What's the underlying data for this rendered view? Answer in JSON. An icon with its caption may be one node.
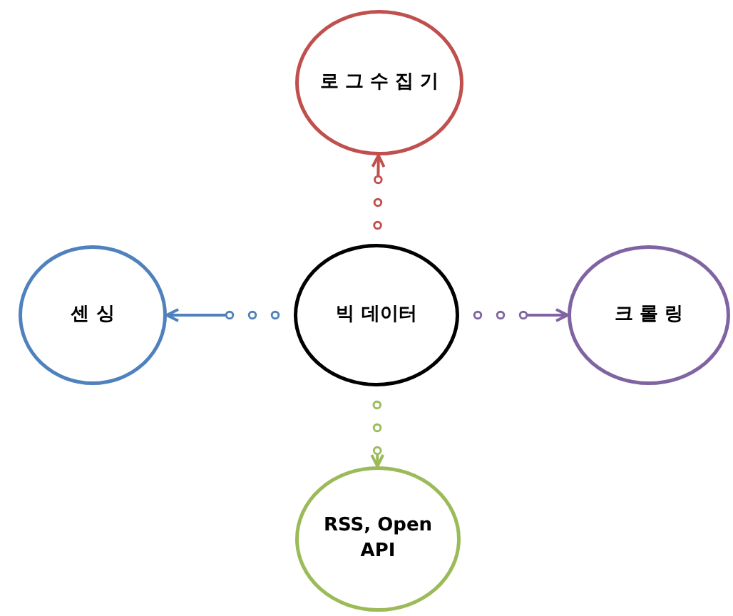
{
  "diagram": {
    "nodes": [
      {
        "text": [
          "로 그 수 집 기"
        ]
      },
      {
        "text": [
          "센 싱"
        ]
      },
      {
        "text": [
          "빅 데이터"
        ]
      },
      {
        "text": [
          "크 롤 링"
        ]
      },
      {
        "text": [
          "RSS, Open API"
        ]
      }
    ],
    "edges": [
      {
        "from": 2,
        "to": 0,
        "arrow": "to",
        "color": "#c0504d"
      },
      {
        "from": 2,
        "to": 1,
        "arrow": "to",
        "color": "#4f81bd"
      },
      {
        "from": 2,
        "to": 3,
        "arrow": "to",
        "color": "#8064a2"
      },
      {
        "from": 2,
        "to": 4,
        "arrow": "to",
        "color": "#9bbb59"
      }
    ]
  }
}
